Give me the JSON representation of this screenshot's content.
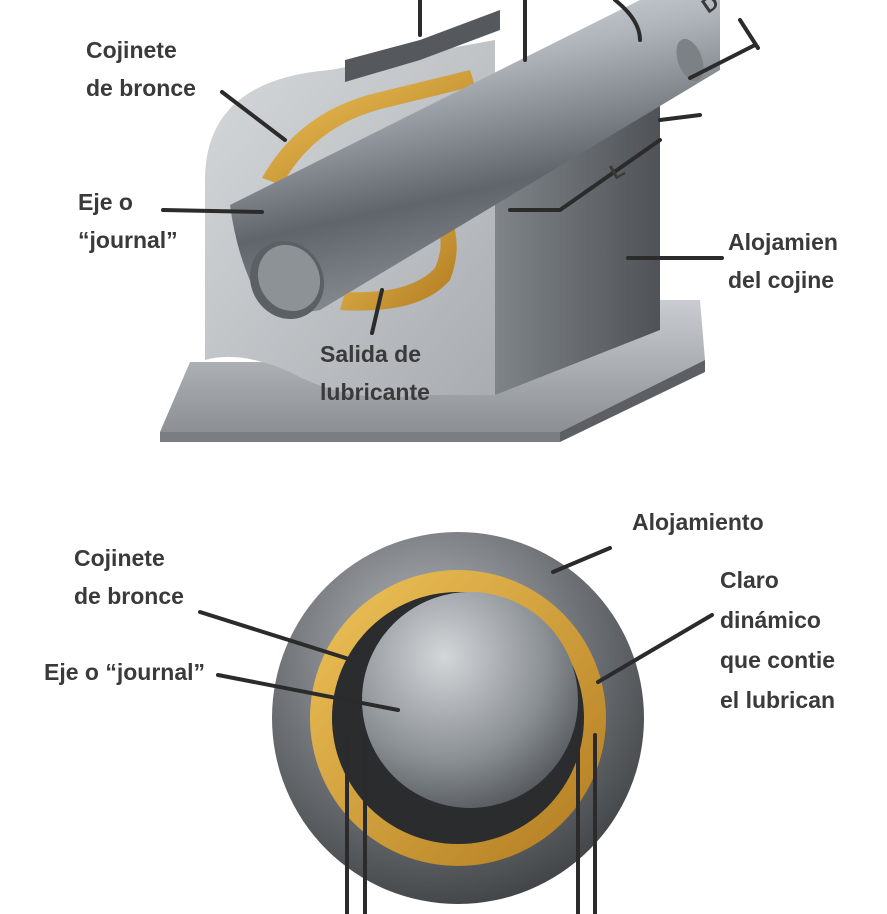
{
  "top_view": {
    "labels": {
      "bronze_bearing": [
        "Cojinete",
        "de bronce"
      ],
      "shaft": [
        "Eje o",
        "“journal”"
      ],
      "housing": [
        "Alojamien",
        "del cojine"
      ],
      "lubricant_outlet": [
        "Salida de",
        "lubricante"
      ],
      "dim_l": "L",
      "dim_d": "D"
    }
  },
  "bottom_view": {
    "labels": {
      "housing": "Alojamiento",
      "bronze_bearing": [
        "Cojinete",
        "de bronce"
      ],
      "shaft": "Eje o “journal”",
      "clearance": [
        "Claro",
        "dinámico",
        "que contie",
        "el lubrican"
      ]
    }
  },
  "colors": {
    "bronze": "#d9a33a",
    "steel": "#9aa1a8",
    "housing": "#6e7276",
    "dark_gap": "#2a2c2e"
  }
}
